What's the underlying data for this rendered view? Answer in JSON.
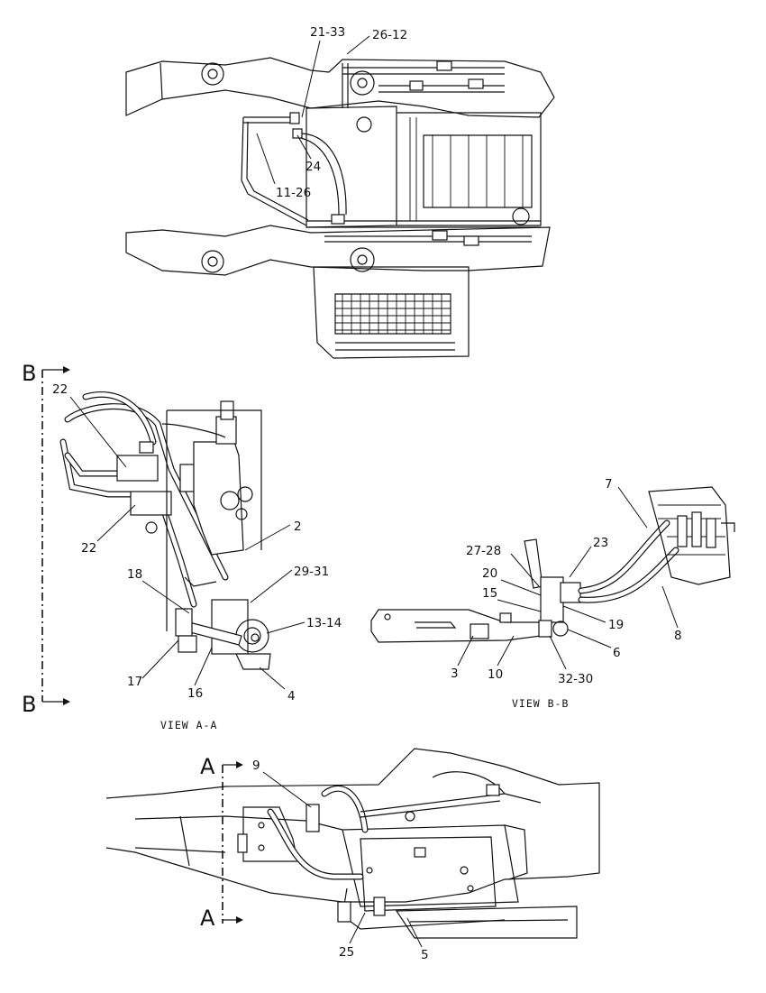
{
  "views": {
    "top": {
      "callouts": [
        "21-33",
        "26-12",
        "24",
        "11-26"
      ]
    },
    "view_a_a": {
      "section_markers": [
        "B",
        "B"
      ],
      "caption": "VIEW A-A",
      "callouts": [
        "22",
        "22",
        "2",
        "29-31",
        "18",
        "13-14",
        "17",
        "16",
        "4"
      ]
    },
    "view_b_b": {
      "caption": "VIEW B-B",
      "callouts": [
        "7",
        "23",
        "27-28",
        "20",
        "15",
        "19",
        "6",
        "8",
        "3",
        "10",
        "32-30"
      ]
    },
    "bottom": {
      "section_markers": [
        "A",
        "A"
      ],
      "callouts": [
        "9",
        "25",
        "5"
      ]
    }
  }
}
